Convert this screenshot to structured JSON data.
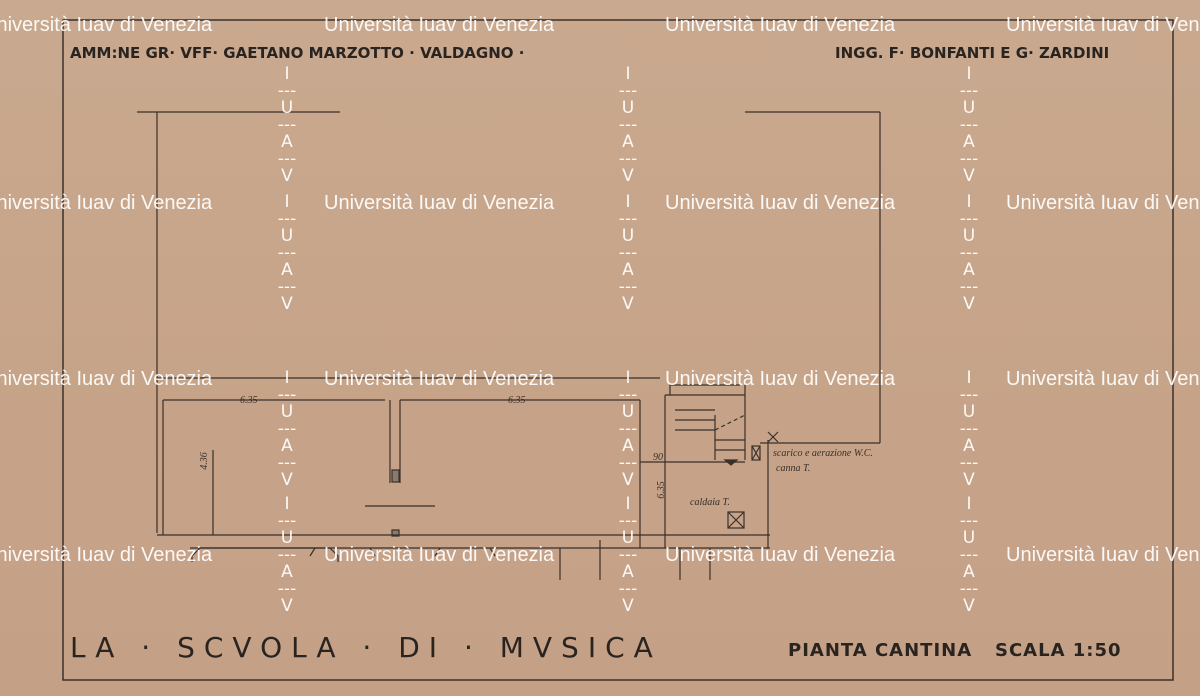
{
  "header": {
    "client": "AMM:NE GR· VFF· GAETANO MARZOTTO · VALDAGNO ·",
    "engineers": "INGG. F· BONFANTI E G· ZARDINI"
  },
  "footer": {
    "title": "LA · SCVOLA · DI · MVSICA",
    "sheet": "PIANTA CANTINA",
    "scale": "SCALA 1:50"
  },
  "annotations": {
    "dim_left_width": "6.35",
    "dim_right_width": "6.35",
    "dim_left_height": "4.36",
    "dim_stair_width": "90",
    "dim_stair_height": "6.35",
    "boiler": "caldaia T.",
    "drain": "scarico e aerazione W.C.",
    "flue": "canna T."
  },
  "watermark": {
    "text": "Università Iuav di Venezia",
    "vertical": [
      "I",
      "---",
      "U",
      "---",
      "A",
      "---",
      "V"
    ]
  }
}
